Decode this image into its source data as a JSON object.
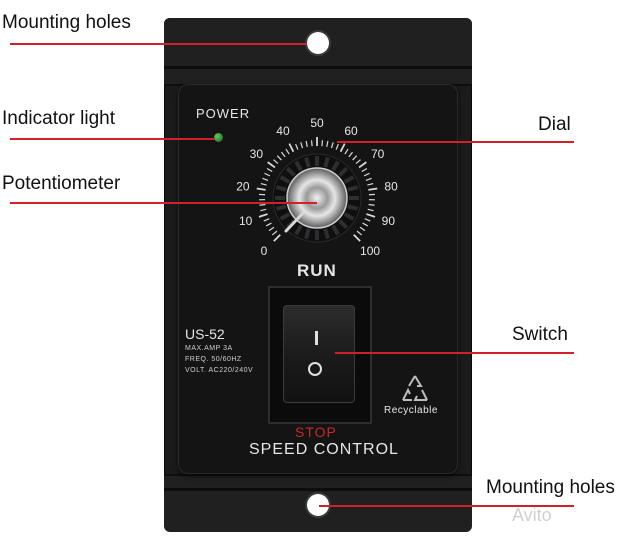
{
  "callouts": {
    "mounting_top": "Mounting holes",
    "indicator": "Indicator light",
    "potentiometer": "Potentiometer",
    "dial": "Dial",
    "switch": "Switch",
    "mounting_bottom": "Mounting holes"
  },
  "panel": {
    "power_label": "POWER",
    "run_label": "RUN",
    "model": "US-52",
    "spec_amp": "MAX.AMP 3A",
    "spec_freq": "FREQ. 50/60HZ",
    "spec_volt": "VOLT. AC220/240V",
    "recyclable": "Recyclable",
    "stop": "STOP",
    "speed_control": "SPEED CONTROL",
    "switch_on": "I",
    "switch_off": "O"
  },
  "dial_scale": [
    "0",
    "10",
    "20",
    "30",
    "40",
    "50",
    "60",
    "70",
    "80",
    "90",
    "100"
  ],
  "watermark": "Avito",
  "colors": {
    "leader": "#d21f2a",
    "led": "#3fb53f",
    "stop_text": "#c92a2a",
    "housing": "#1b1b1c"
  },
  "icons": {
    "recycle": "recycle-icon",
    "led": "indicator-led-icon"
  }
}
